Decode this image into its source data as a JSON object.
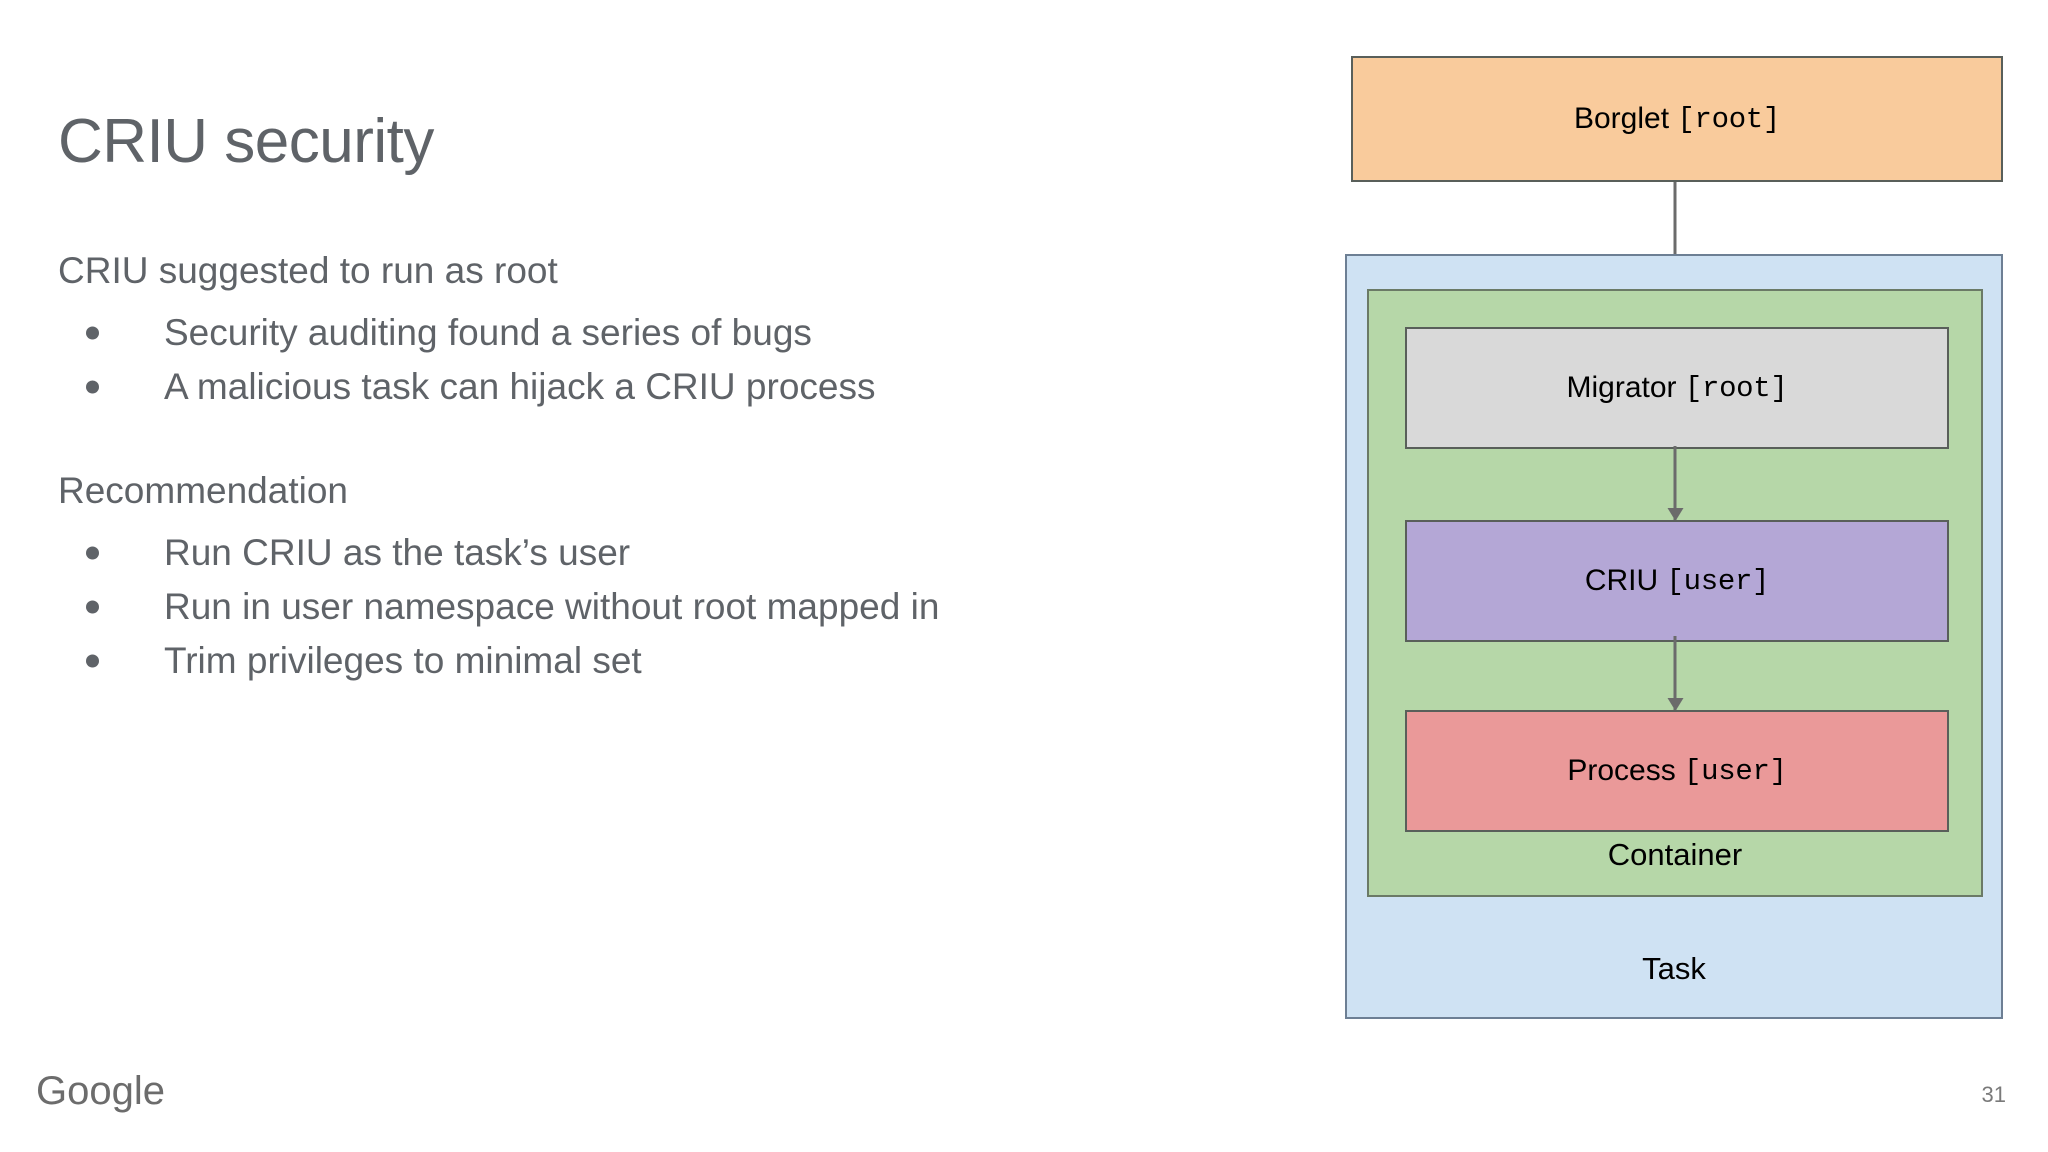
{
  "slide": {
    "title": "CRIU security",
    "page_number": "31",
    "brand": "Google"
  },
  "content": {
    "sections": [
      {
        "heading": "CRIU suggested to run as root",
        "bullets": [
          "Security auditing found a series of bugs",
          "A malicious task can hijack a CRIU process"
        ]
      },
      {
        "heading": "Recommendation",
        "bullets": [
          "Run CRIU as the task’s user",
          "Run in user namespace without root mapped in",
          "Trim privileges to minimal set"
        ]
      }
    ]
  },
  "diagram": {
    "borglet": {
      "name": "Borglet",
      "user": "[root]",
      "color": "#f9cb9c"
    },
    "task": {
      "label": "Task",
      "color": "#cfe2f3"
    },
    "container": {
      "label": "Container",
      "color": "#b6d7a8"
    },
    "migrator": {
      "name": "Migrator",
      "user": "[root]",
      "color": "#d9d9d9"
    },
    "criu": {
      "name": "CRIU",
      "user": "[user]",
      "color": "#b4a7d6"
    },
    "process": {
      "name": "Process",
      "user": "[user]",
      "color": "#ea9999"
    }
  }
}
